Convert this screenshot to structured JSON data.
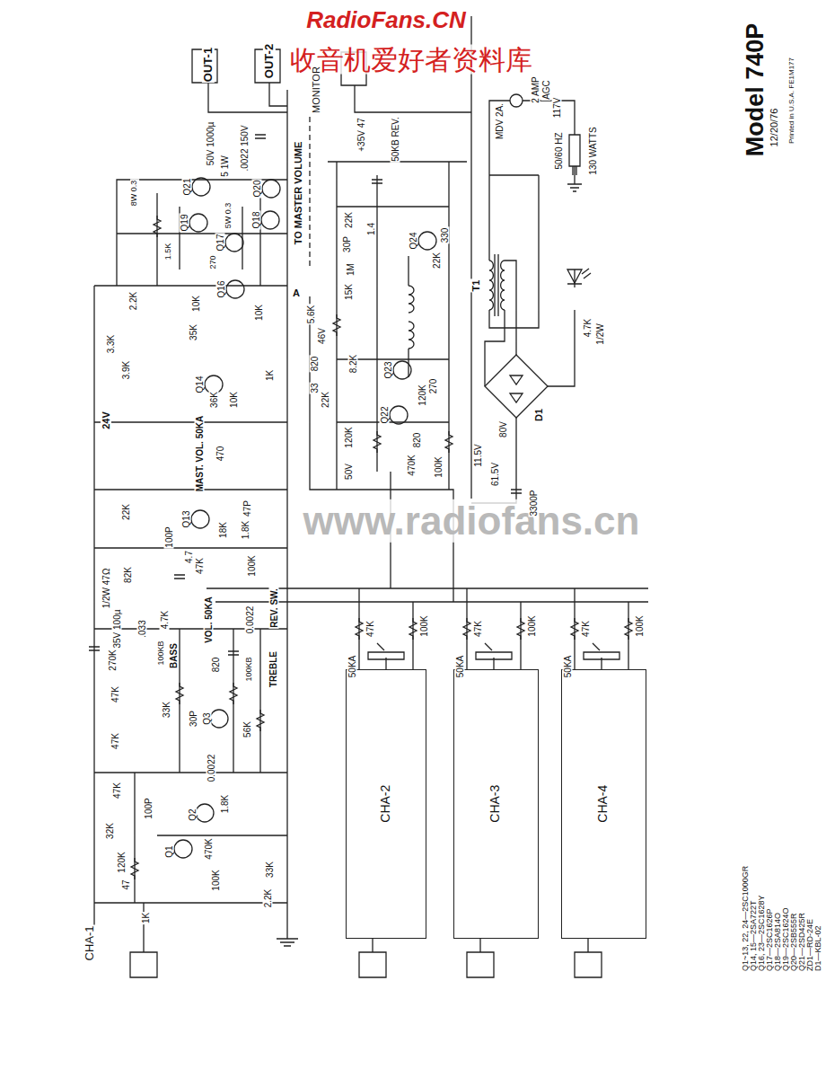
{
  "diagram": {
    "title": "Model 740P",
    "nodes": [
      {
        "text": [
          "CHA-2"
        ]
      },
      {
        "text": [
          "CHA-3"
        ]
      },
      {
        "text": [
          "CHA-4"
        ]
      }
    ],
    "labels": [
      "RadioFans.CN",
      "收音机爱好者资料库",
      "www.radiofans.cn",
      "OUT-1",
      "OUT-2",
      "MONITOR",
      "TO MASTER VOLUME",
      "A",
      "5.6K",
      "46V",
      "2 AMP",
      "AGC",
      "MDV 2A.",
      "117V",
      "50/60 HZ",
      "130 WATTS",
      "T1",
      "D1",
      "80V",
      "3300P",
      "11.5V",
      "61.5V",
      "4.7K",
      "1/2W",
      "12/20/76",
      "Printed in U.S.A. FE1M177",
      "CHA-1",
      "1K",
      "47",
      "100K",
      "2.2K",
      "33K",
      "470K",
      "1.8K",
      "Q1",
      "Q2",
      "Q3",
      "32K",
      "120K",
      "100P",
      "47K",
      "BASS",
      "100KB",
      "TREBLE",
      "100KB",
      ".033",
      "270K",
      "4.7K",
      "820",
      "0.0022",
      "0.0022",
      "47K",
      "30P",
      "56K",
      "47K",
      "33K",
      "VOL. 50KA",
      "REV. SW.",
      "47K",
      "100K",
      "MAST. VOL. 50KA",
      "470",
      "24V",
      "3.3K",
      "3.9K",
      "2.2K",
      "22K",
      "82K",
      "100P",
      "4.7",
      "18K",
      "1.8K",
      "47P",
      "Q13",
      "Q14",
      "Q16",
      "Q17",
      "Q18",
      "Q19",
      "Q20",
      "Q21",
      "36K",
      "10K",
      "820",
      "33",
      "1K",
      "35K",
      "10K",
      "10K",
      "50V 1000µ",
      "5 1W",
      ".0022 150V",
      "8W 0.3",
      "5W 0.3",
      "270",
      "1.5K",
      "+35V 47",
      "50KB REV.",
      "1.4",
      "30P",
      "1M",
      "15K",
      "22K",
      "Q24",
      "330",
      "22K",
      "Q23",
      "Q22",
      "8.2K",
      "22K",
      "120K",
      "820",
      "470K",
      "100K",
      "270",
      "120K",
      "50V",
      "47K",
      "100K",
      "50KA",
      "47K",
      "100K",
      "50KA",
      "47K",
      "100K",
      "50KA",
      "1/2W 47Ω",
      "35V 100µ",
      "Q1~13, 22, 24—2SC1000GR",
      "Q14, 15—2SA722T",
      "Q16, 23—2SC1628Y",
      "Q17—2SC1626P",
      "Q18—2SA814O",
      "Q19—2SC1624O",
      "Q20—2SB555R",
      "Q21—2SD425R",
      "ZD1—RD-24E",
      "D1—KBL-02"
    ]
  }
}
